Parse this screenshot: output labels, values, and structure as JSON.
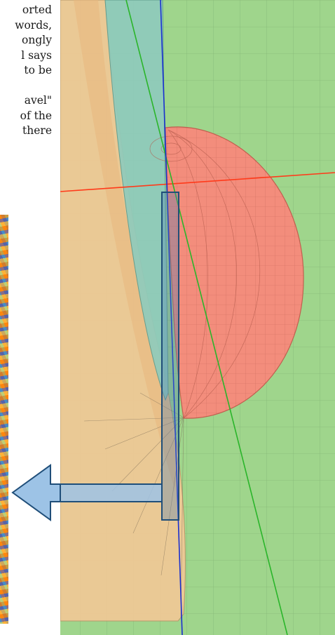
{
  "paragraph_lines": [
    "orted",
    "words,",
    "ongly",
    "l says",
    "to  be",
    "",
    "avel\"",
    "of the",
    "there"
  ],
  "colors": {
    "background_green": "#9fd58c",
    "sphere_red": "#f38d7c",
    "cylinder_teal": "#8fcbbc",
    "cone_orange": "#f1c996",
    "axis_red": "#ff3a1a",
    "axis_green": "#2ab52a",
    "axis_blue": "#1a2fcf",
    "arrow_fill": "#9dc3e6",
    "arrow_stroke": "#1f4e79"
  },
  "icons": {
    "arrow": "left-pointing-bent-arrow"
  }
}
